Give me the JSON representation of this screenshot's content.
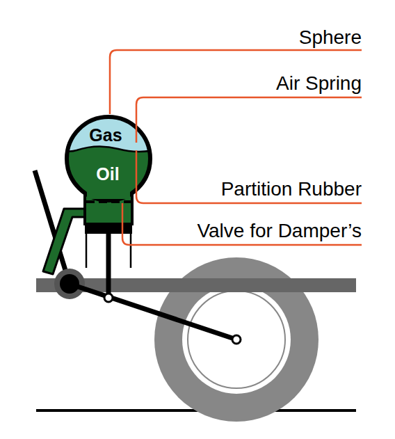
{
  "diagram": {
    "labels": [
      "Sphere",
      "Air Spring",
      "Partition Rubber",
      "Valve for Damper’s",
      "Gas",
      "Oil"
    ]
  }
}
